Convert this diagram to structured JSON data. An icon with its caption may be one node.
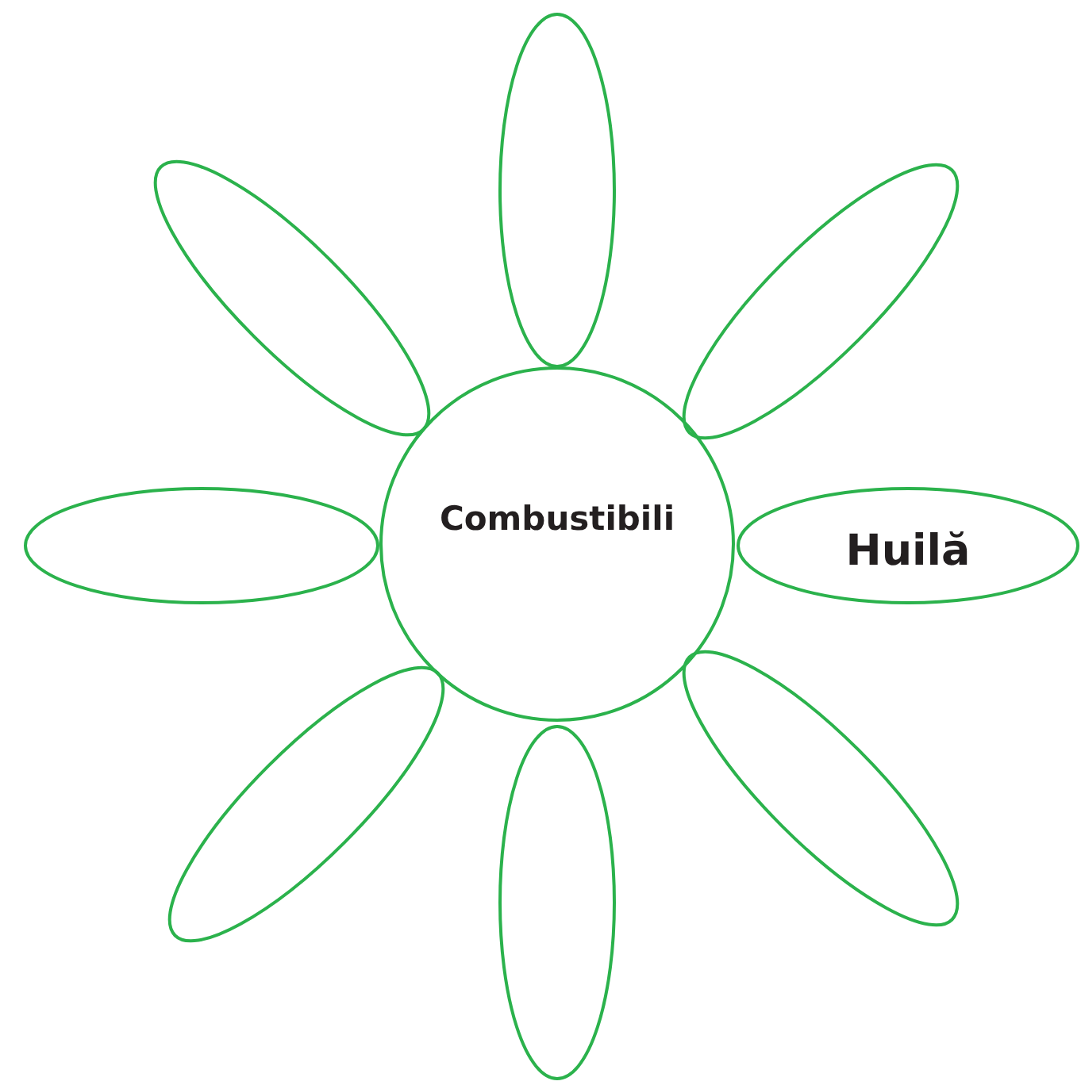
{
  "diagram": {
    "nodes": [
      {
        "text": [],
        "shape": "ellipse"
      },
      {
        "text": [],
        "shape": "ellipse"
      },
      {
        "text": [],
        "shape": "ellipse"
      },
      {
        "text": [],
        "shape": "ellipse"
      },
      {
        "text": [
          "Combustibili"
        ]
      },
      {
        "text": [
          "Huilă"
        ]
      },
      {
        "text": [],
        "shape": "ellipse"
      },
      {
        "text": [],
        "shape": "ellipse"
      },
      {
        "text": [],
        "shape": "ellipse"
      }
    ]
  }
}
